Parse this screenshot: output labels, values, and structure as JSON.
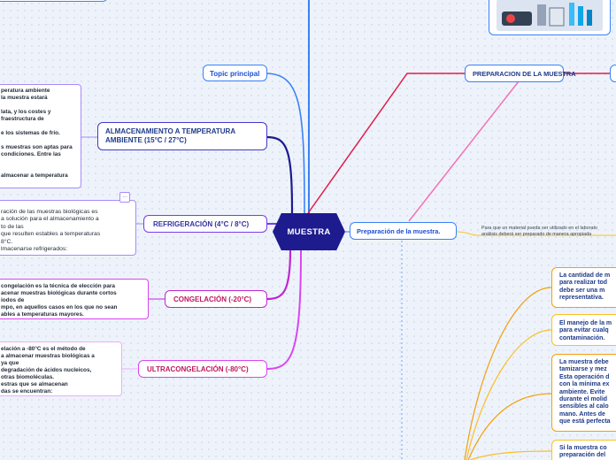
{
  "central": "MUESTRA",
  "topic_principal": "Topic principal",
  "branches": {
    "ambiente": "ALMACENAMIENTO A TEMPERATURA AMBIENTE (15°C / 27°C)",
    "refrigeracion": "REFRIGERACIÓN (4°C / 8°C)",
    "congelacion": "CONGELACIÓN (-20°C)",
    "ultracongelacion": "ULTRACONGELACIÓN (-80°C)",
    "preparacion_muestra": "PREPARACION DE LA MUESTRA",
    "preparacion_de_la_muestra": "Preparación de la muestra."
  },
  "notes": {
    "ambiente": [
      "peratura ambiente",
      "la muestra estará",
      "",
      "lata, y los costes y",
      "fraestructura de",
      "",
      "e los sistemas de frío.",
      "",
      "s muestras son aptas para",
      "condiciones. Entre las",
      "",
      "",
      "almacenar a temperatura"
    ],
    "refrigeracion": [
      "ración de las muestras biológicas es",
      "a solución para el almacenamiento a",
      "to de las",
      " que resulten estables a temperaturas",
      " 8°C.",
      "lmacenarse refrigerados:"
    ],
    "congelacion": [
      "congelación es la técnica de elección para",
      "acenar muestras biológicas durante cortos",
      "iodos de",
      "mpo, en aquellos casos en los que no sean",
      "ables a temperaturas mayores."
    ],
    "ultracongelacion": [
      "elación a -80°C es el método de",
      "a almacenar muestras biológicas a",
      "ya que",
      "degradación de ácidos nucleicos,",
      "otras biomoléculas.",
      "estras que se almacenan",
      "das se encuentran:"
    ],
    "preparacion_text": [
      "Para que un material pueda ser utilizado en el laborato",
      "análisis deberá ser preparado de manera apropiada"
    ],
    "right": [
      [
        "La cantidad de m",
        "para realizar tod",
        "debe ser una m",
        "representativa."
      ],
      [
        "El manejo de la m",
        "para evitar cualq",
        "contaminación."
      ],
      [
        "La muestra debe",
        "tamizarse y mez",
        "Esta operación d",
        "con la mínima ex",
        "ambiente. Evite",
        "durante el molid",
        "sensibles al calo",
        "mano. Antes de",
        "que está perfecta"
      ],
      [
        "Si la muestra co",
        "preparación del"
      ]
    ],
    "collapsed_indicator": "..."
  }
}
